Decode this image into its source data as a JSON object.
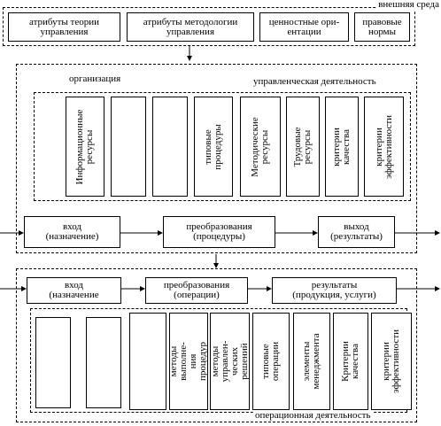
{
  "external_env": "внешняя среда",
  "top_boxes": [
    "атрибуты теории\nуправления",
    "атрибуты методологии\nуправления",
    "ценностные ори-\nентации",
    "правовые\nнормы"
  ],
  "mgmt": {
    "org_label": "организация",
    "activity_label": "управленческая деятельность",
    "resources": [
      "Информационные\nресурсы",
      "",
      "",
      "типовые\nпроцедуры",
      "Методические\nресурсы",
      "Трудовые\nресурсы",
      "критерии\nкачества",
      "критерии\nэффективности"
    ],
    "input": "вход\n(назначение)",
    "transform": "преобразования\n(процедуры)",
    "output": "выход\n(результаты)"
  },
  "ops": {
    "input": "вход\n(назначение",
    "transform": "преобразования\n(операции)",
    "output": "результаты\n(продукция, услуги)",
    "items": [
      "",
      "",
      "",
      "методы выполне-\nния процедур",
      "методы управлен-\nческих решений",
      "типовые\nоперации",
      "элементы\nменеджмента",
      "Критерии\nкачества",
      "критерии\nэффективности"
    ],
    "activity_label": "операционная деятельность"
  }
}
